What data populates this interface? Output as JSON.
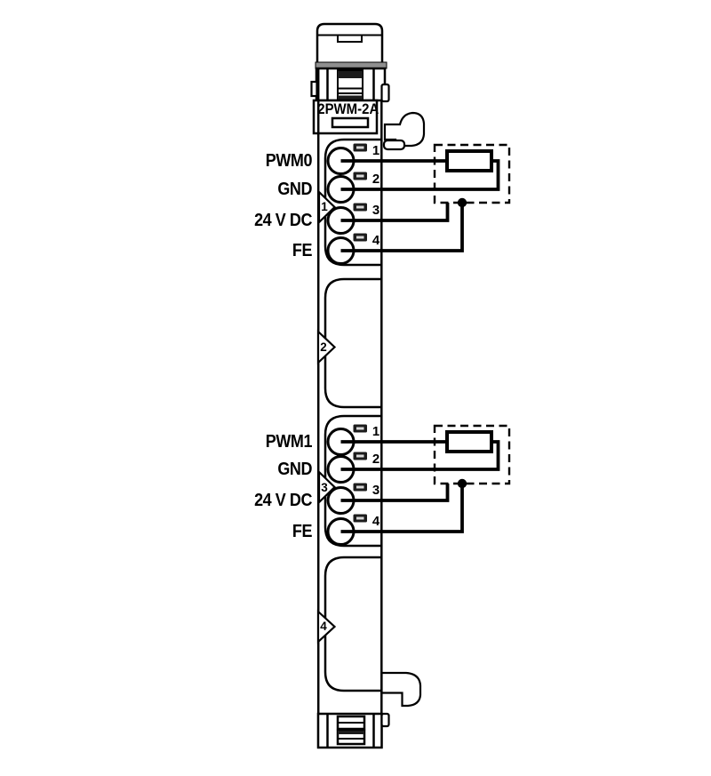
{
  "module": {
    "model": "2PWM-2A"
  },
  "markers": [
    "1",
    "2",
    "3",
    "4"
  ],
  "groups": [
    {
      "marker": "1",
      "pins": [
        {
          "number": "1",
          "label": "PWM0"
        },
        {
          "number": "2",
          "label": "GND"
        },
        {
          "number": "3",
          "label": "24 V DC"
        },
        {
          "number": "4",
          "label": "FE"
        }
      ]
    },
    {
      "marker": "3",
      "pins": [
        {
          "number": "1",
          "label": "PWM1"
        },
        {
          "number": "2",
          "label": "GND"
        },
        {
          "number": "3",
          "label": "24 V DC"
        },
        {
          "number": "4",
          "label": "FE"
        }
      ]
    }
  ],
  "colors": {
    "line": "#000000",
    "band": "#8f8f8f",
    "led_fill": "#1c1c1c",
    "background": "#ffffff"
  }
}
